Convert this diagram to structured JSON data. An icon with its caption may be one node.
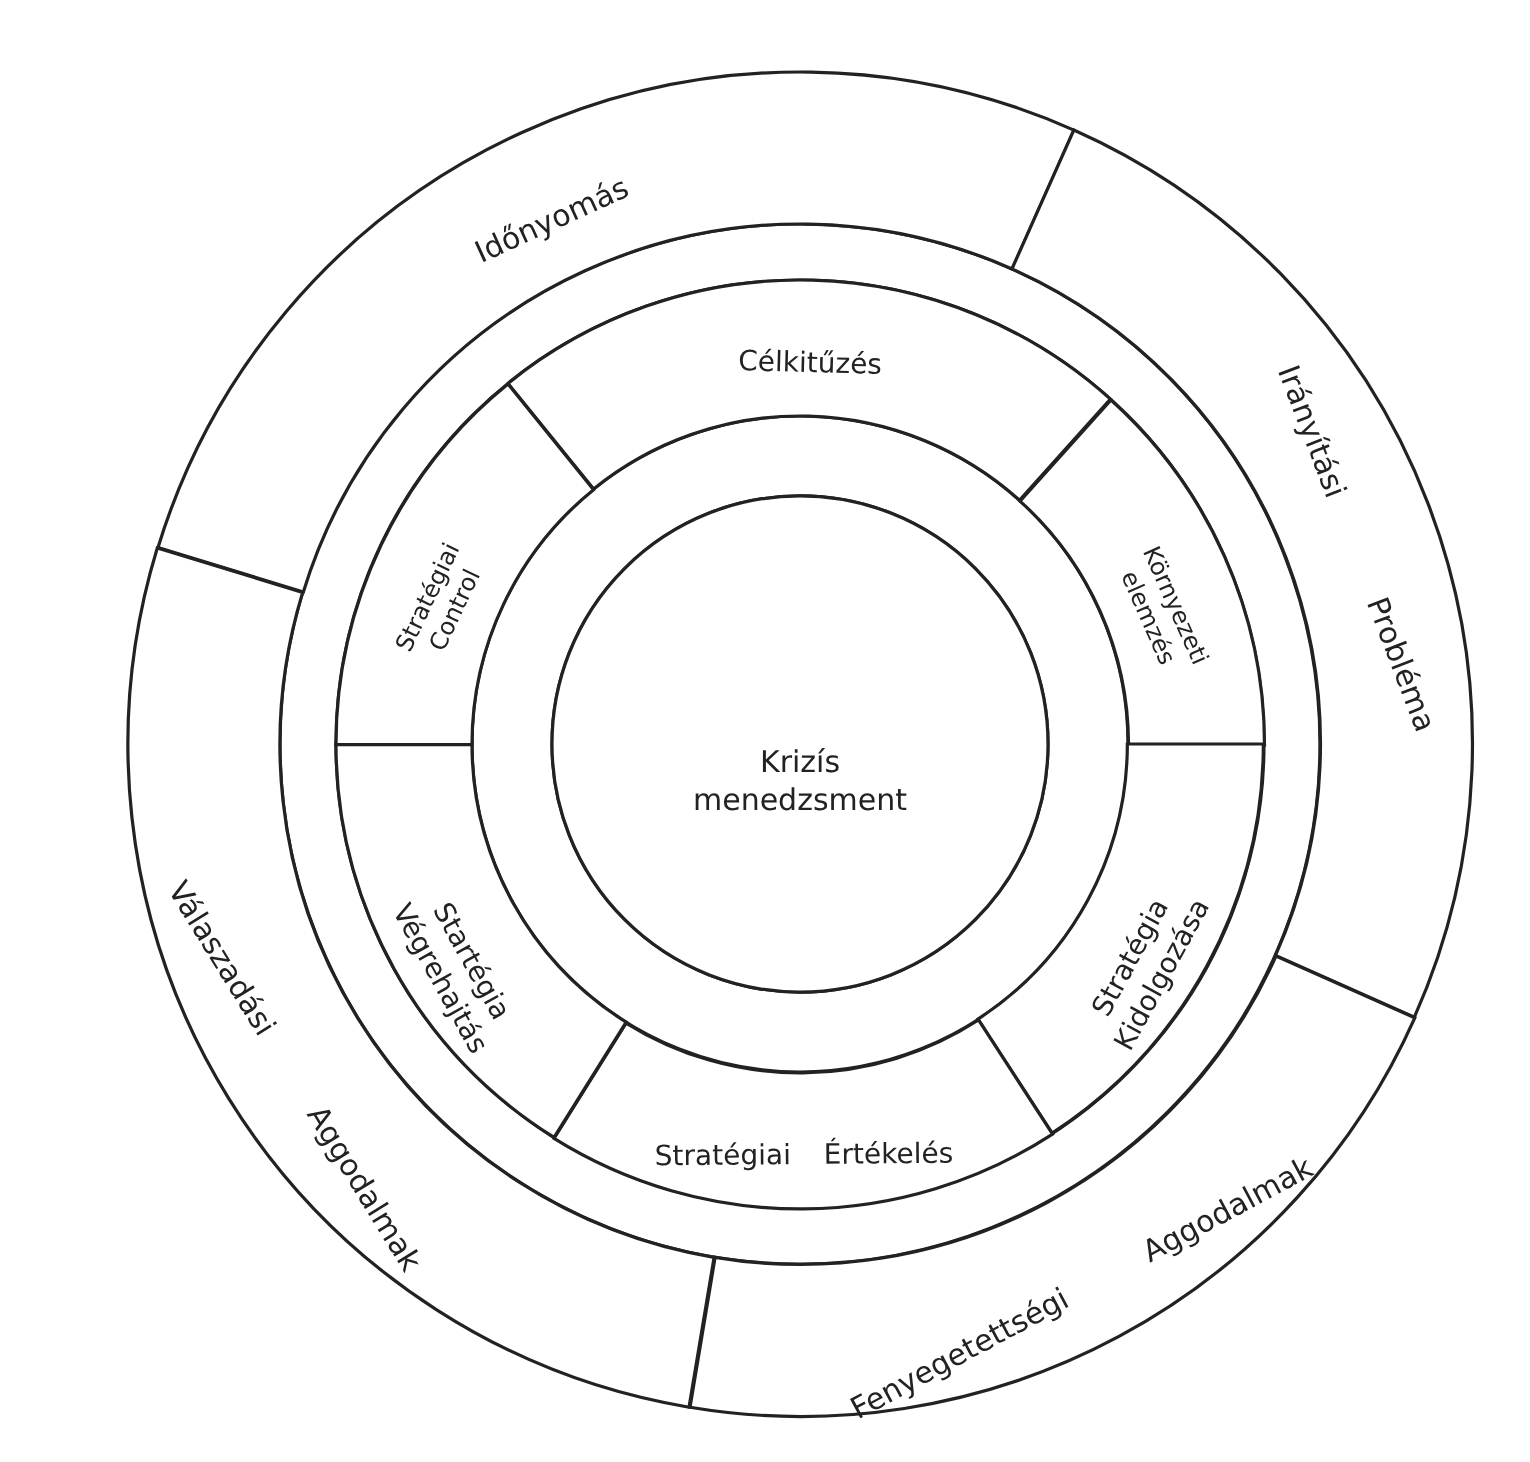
{
  "diagram": {
    "nodes": [
      {
        "text": [
          "Krizís menedzsment"
        ]
      },
      {
        "text": [
          "Időnyomás"
        ]
      },
      {
        "text": [
          "Irányítási Probléma"
        ]
      },
      {
        "text": [
          "Fenyegetettségi Aggodalmak"
        ]
      },
      {
        "text": [
          "Válaszadási Aggodalmak"
        ]
      },
      {
        "text": [
          "Célkitűzés"
        ]
      },
      {
        "text": [
          "Környezeti elemzés"
        ]
      },
      {
        "text": [
          "Stratégia Kidolgozása"
        ]
      },
      {
        "text": [
          "Stratégiai Értékelés"
        ]
      },
      {
        "text": [
          "Startégia Végrehajtás"
        ]
      },
      {
        "text": [
          "Stratégiai Control"
        ]
      }
    ]
  }
}
